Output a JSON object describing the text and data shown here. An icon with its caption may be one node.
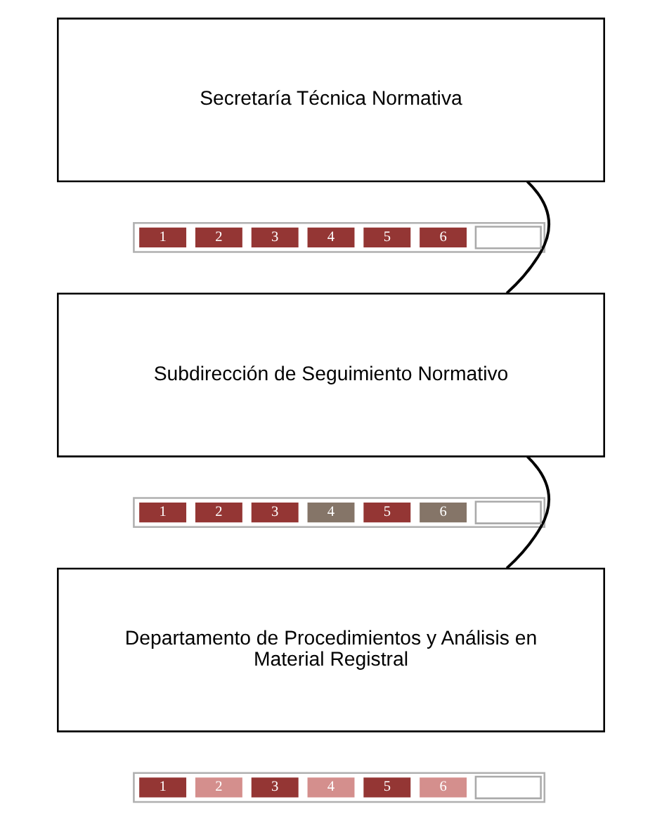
{
  "diagram": {
    "nodes": [
      {
        "text": [
          "Secretaría Técnica Normativa"
        ]
      },
      {
        "text": [],
        "shape": "bar"
      },
      {
        "text": [
          "1"
        ],
        "in": 1
      },
      {
        "text": [
          "2"
        ],
        "in": 1
      },
      {
        "text": [
          "3"
        ],
        "in": 1
      },
      {
        "text": [
          "4"
        ],
        "in": 1
      },
      {
        "text": [
          "5"
        ],
        "in": 1
      },
      {
        "text": [
          "6"
        ],
        "in": 1
      },
      {
        "text": [],
        "shape": "box",
        "in": 1
      },
      {
        "text": [
          "Subdirección de Seguimiento Normativo"
        ]
      },
      {
        "text": [],
        "shape": "bar"
      },
      {
        "text": [
          "1"
        ],
        "in": 10
      },
      {
        "text": [
          "2"
        ],
        "in": 10
      },
      {
        "text": [
          "3"
        ],
        "in": 10
      },
      {
        "text": [
          "4"
        ],
        "in": 10
      },
      {
        "text": [
          "5"
        ],
        "in": 10
      },
      {
        "text": [
          "6"
        ],
        "in": 10
      },
      {
        "text": [],
        "shape": "box",
        "in": 10
      },
      {
        "text": [
          "Departamento de Procedimientos y Análisis en Material Registral"
        ]
      },
      {
        "text": [],
        "shape": "bar"
      },
      {
        "text": [
          "1"
        ],
        "in": 19
      },
      {
        "text": [
          "2"
        ],
        "in": 19
      },
      {
        "text": [
          "3"
        ],
        "in": 19
      },
      {
        "text": [
          "4"
        ],
        "in": 19
      },
      {
        "text": [
          "5"
        ],
        "in": 19
      },
      {
        "text": [
          "6"
        ],
        "in": 19
      },
      {
        "text": [],
        "shape": "box",
        "in": 19
      }
    ],
    "edges": [
      {
        "from": 0,
        "to": 9,
        "arrow": "none"
      },
      {
        "from": 9,
        "to": 18,
        "arrow": "none"
      }
    ]
  }
}
